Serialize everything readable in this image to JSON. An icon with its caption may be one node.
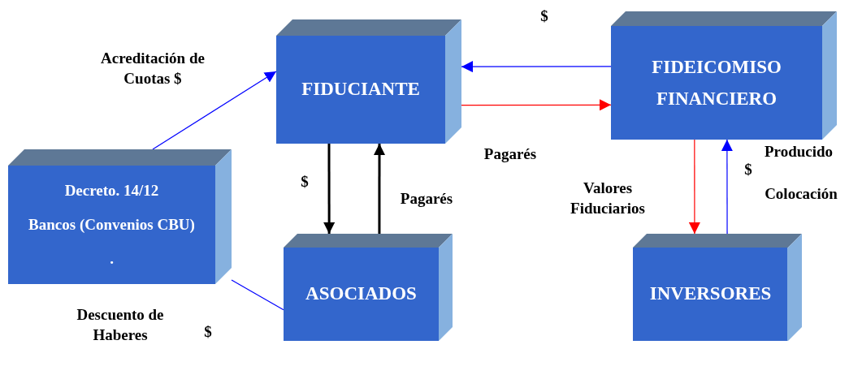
{
  "diagram": {
    "nodes": [
      {
        "text": [
          "FIDUCIANTE"
        ]
      },
      {
        "text": [
          "FIDEICOMISO FINANCIERO"
        ]
      },
      {
        "text": [
          "Decreto. 14/12",
          "Bancos (Convenios CBU)",
          "."
        ]
      },
      {
        "text": [
          "ASOCIADOS"
        ]
      },
      {
        "text": [
          "INVERSORES"
        ]
      }
    ],
    "edges": [
      {
        "from": 2,
        "to": 0,
        "arrow": "to"
      },
      {
        "from": 2,
        "to": 3,
        "arrow": "none"
      },
      {
        "from": 0,
        "to": 3,
        "arrow": "to",
        "style": "thick",
        "color": "#000000"
      },
      {
        "from": 3,
        "to": 0,
        "arrow": "to",
        "style": "thick",
        "color": "#000000"
      },
      {
        "from": 1,
        "to": 0,
        "arrow": "to"
      },
      {
        "from": 0,
        "to": 1,
        "arrow": "to",
        "color": "#ff0000"
      },
      {
        "from": 1,
        "to": 4,
        "arrow": "to",
        "color": "#ff0000"
      },
      {
        "from": 4,
        "to": 1,
        "arrow": "to"
      }
    ],
    "labels": [
      "$",
      "Acreditación de Cuotas $",
      "Pagarés",
      "$",
      "Pagarés",
      "Producido",
      "$",
      "Valores Fiduciarios",
      "Colocación",
      "Descuento de Haberes",
      "$"
    ]
  }
}
